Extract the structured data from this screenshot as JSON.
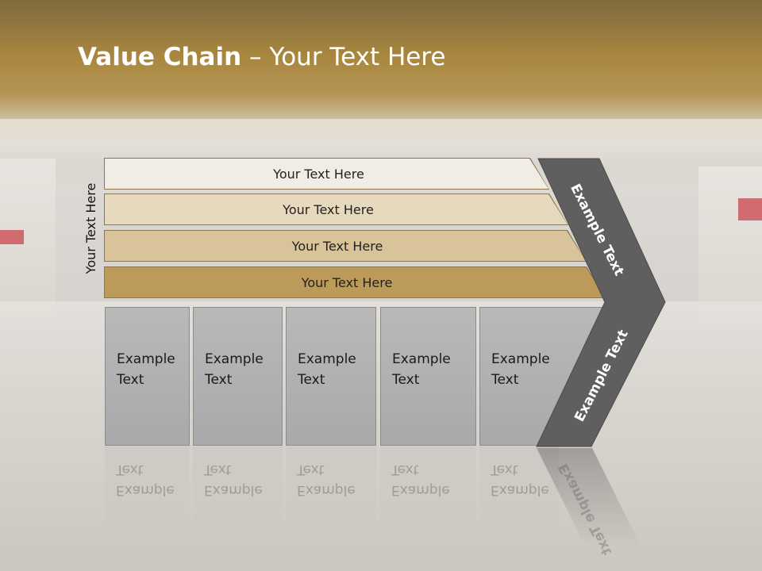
{
  "slide": {
    "title_bold": "Value Chain",
    "title_rest": " – Your Text Here",
    "side_label": "Your Text Here"
  },
  "bands": [
    {
      "label": "Your Text Here",
      "color": "#f2ede4"
    },
    {
      "label": "Your Text Here",
      "color": "#e6d9be"
    },
    {
      "label": "Your Text Here",
      "color": "#d8c39a"
    },
    {
      "label": "Your Text Here",
      "color": "#bb9a5a"
    }
  ],
  "boxes": [
    {
      "line1": "Example",
      "line2": "Text"
    },
    {
      "line1": "Example",
      "line2": "Text"
    },
    {
      "line1": "Example",
      "line2": "Text"
    },
    {
      "line1": "Example",
      "line2": "Text"
    },
    {
      "line1": "Example",
      "line2": "Text"
    }
  ],
  "chevron": {
    "upper_label": "Example Text",
    "lower_label": "Example Text",
    "color": "#5f5f5f"
  }
}
